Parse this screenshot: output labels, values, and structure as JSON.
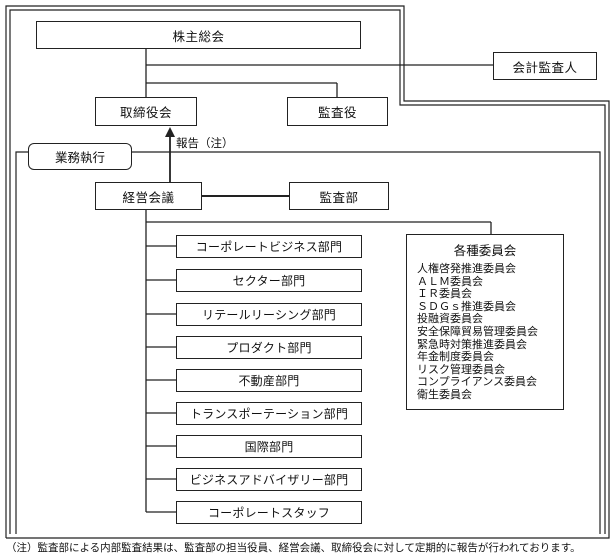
{
  "shareholders": "株主総会",
  "auditor": "会計監査人",
  "board": "取締役会",
  "corporate_auditors": "監査役",
  "execution_label": "業務執行",
  "report_label": "報告（注）",
  "management_council": "経営会議",
  "internal_audit": "監査部",
  "departments": [
    "コーポレートビジネス部門",
    "セクター部門",
    "リテールリーシング部門",
    "プロダクト部門",
    "不動産部門",
    "トランスポーテーション部門",
    "国際部門",
    "ビジネスアドバイザリー部門",
    "コーポレートスタッフ"
  ],
  "committees": {
    "title": "各種委員会",
    "items": [
      "人権啓発推進委員会",
      "ＡＬＭ委員会",
      "ＩＲ委員会",
      "ＳＤＧｓ推進委員会",
      "投融資委員会",
      "安全保障貿易管理委員会",
      "緊急時対策推進委員会",
      "年金制度委員会",
      "リスク管理委員会",
      "コンプライアンス委員会",
      "衛生委員会"
    ]
  },
  "footnote": "（注）監査部による内部監査結果は、監査部の担当役員、経営会議、取締役会に対して定期的に報告が行われております。"
}
